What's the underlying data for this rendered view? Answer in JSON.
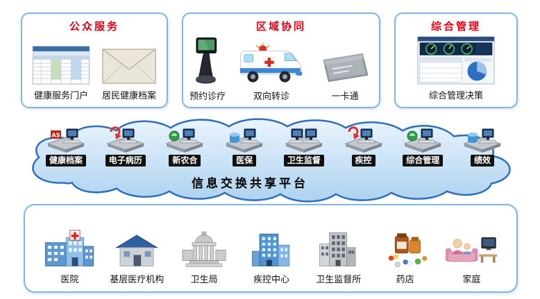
{
  "panels": [
    {
      "title": "公众服务",
      "items": [
        {
          "label": "健康服务门户"
        },
        {
          "label": "居民健康档案"
        }
      ]
    },
    {
      "title": "区域协同",
      "items": [
        {
          "label": "预约诊疗"
        },
        {
          "label": "双向转诊"
        },
        {
          "label": "一卡通"
        }
      ]
    },
    {
      "title": "综合管理",
      "items": [
        {
          "label": "综合管理决策"
        }
      ]
    }
  ],
  "cloud": {
    "title": "信息交换共享平台",
    "as_logo": "AS",
    "nodes": [
      {
        "label": "健康档案"
      },
      {
        "label": "电子病历"
      },
      {
        "label": "新农合"
      },
      {
        "label": "医保"
      },
      {
        "label": "卫生监督"
      },
      {
        "label": "疾控"
      },
      {
        "label": "综合管理"
      },
      {
        "label": "绩效"
      }
    ]
  },
  "organizations": {
    "items": [
      {
        "label": "医院"
      },
      {
        "label": "基层医疗机构"
      },
      {
        "label": "卫生局"
      },
      {
        "label": "疾控中心"
      },
      {
        "label": "卫生监督所"
      },
      {
        "label": "药店"
      },
      {
        "label": "家庭"
      }
    ]
  },
  "colors": {
    "panel_title_red": "#e60012",
    "panel_border_blue": "#7db6e2",
    "cloud_fill_light": "#eaf4fd",
    "cloud_fill_dark": "#aed2f0",
    "cloud_stroke": "#2e6fc0",
    "badge_bg": "#111111",
    "badge_text": "#ffffff"
  }
}
